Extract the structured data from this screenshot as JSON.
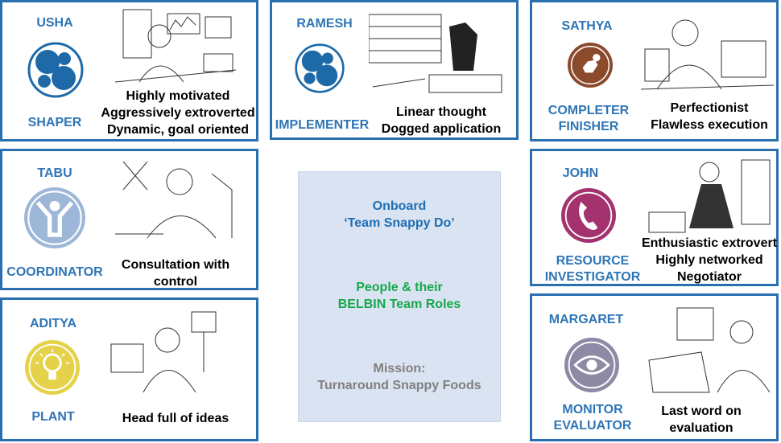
{
  "roles": [
    {
      "name": "USHA",
      "role": [
        "SHAPER"
      ],
      "desc": [
        "Highly motivated",
        "Aggressively extroverted",
        "Dynamic, goal oriented"
      ],
      "icon": "gears-icon",
      "color": "#1e6aa8"
    },
    {
      "name": "RAMESH",
      "role": [
        "IMPLEMENTER"
      ],
      "desc": [
        "Linear thought",
        "Dogged application"
      ],
      "icon": "gears-icon",
      "color": "#1e6aa8"
    },
    {
      "name": "SATHYA",
      "role": [
        "COMPLETER",
        "FINISHER"
      ],
      "desc": [
        "Perfectionist",
        "Flawless execution"
      ],
      "icon": "tick-hand-icon",
      "color": "#8b4a2b"
    },
    {
      "name": "TABU",
      "role": [
        "COORDINATOR"
      ],
      "desc": [
        "Consultation with",
        "control"
      ],
      "icon": "person-arms-up-icon",
      "color": "#9db7d8"
    },
    {
      "name": "JOHN",
      "role": [
        "RESOURCE",
        "INVESTIGATOR"
      ],
      "desc": [
        "Enthusiastic extrovert",
        "Highly networked",
        "Negotiator"
      ],
      "icon": "phone-icon",
      "color": "#a3326e"
    },
    {
      "name": "ADITYA",
      "role": [
        "PLANT"
      ],
      "desc": [
        "Head full of ideas"
      ],
      "icon": "lightbulb-icon",
      "color": "#e6d24a"
    },
    {
      "name": "MARGARET",
      "role": [
        "MONITOR",
        "EVALUATOR"
      ],
      "desc": [
        "Last word on",
        "evaluation"
      ],
      "icon": "eye-icon",
      "color": "#8e8aa6"
    }
  ],
  "center": {
    "title": [
      "Onboard",
      "‘Team Snappy Do’"
    ],
    "subtitle": [
      "People & their",
      "BELBIN Team Roles"
    ],
    "mission": [
      "Mission:",
      "Turnaround Snappy Foods"
    ],
    "colors": {
      "title": "#1f6fb5",
      "subtitle": "#16a84b",
      "mission": "#808080"
    }
  }
}
